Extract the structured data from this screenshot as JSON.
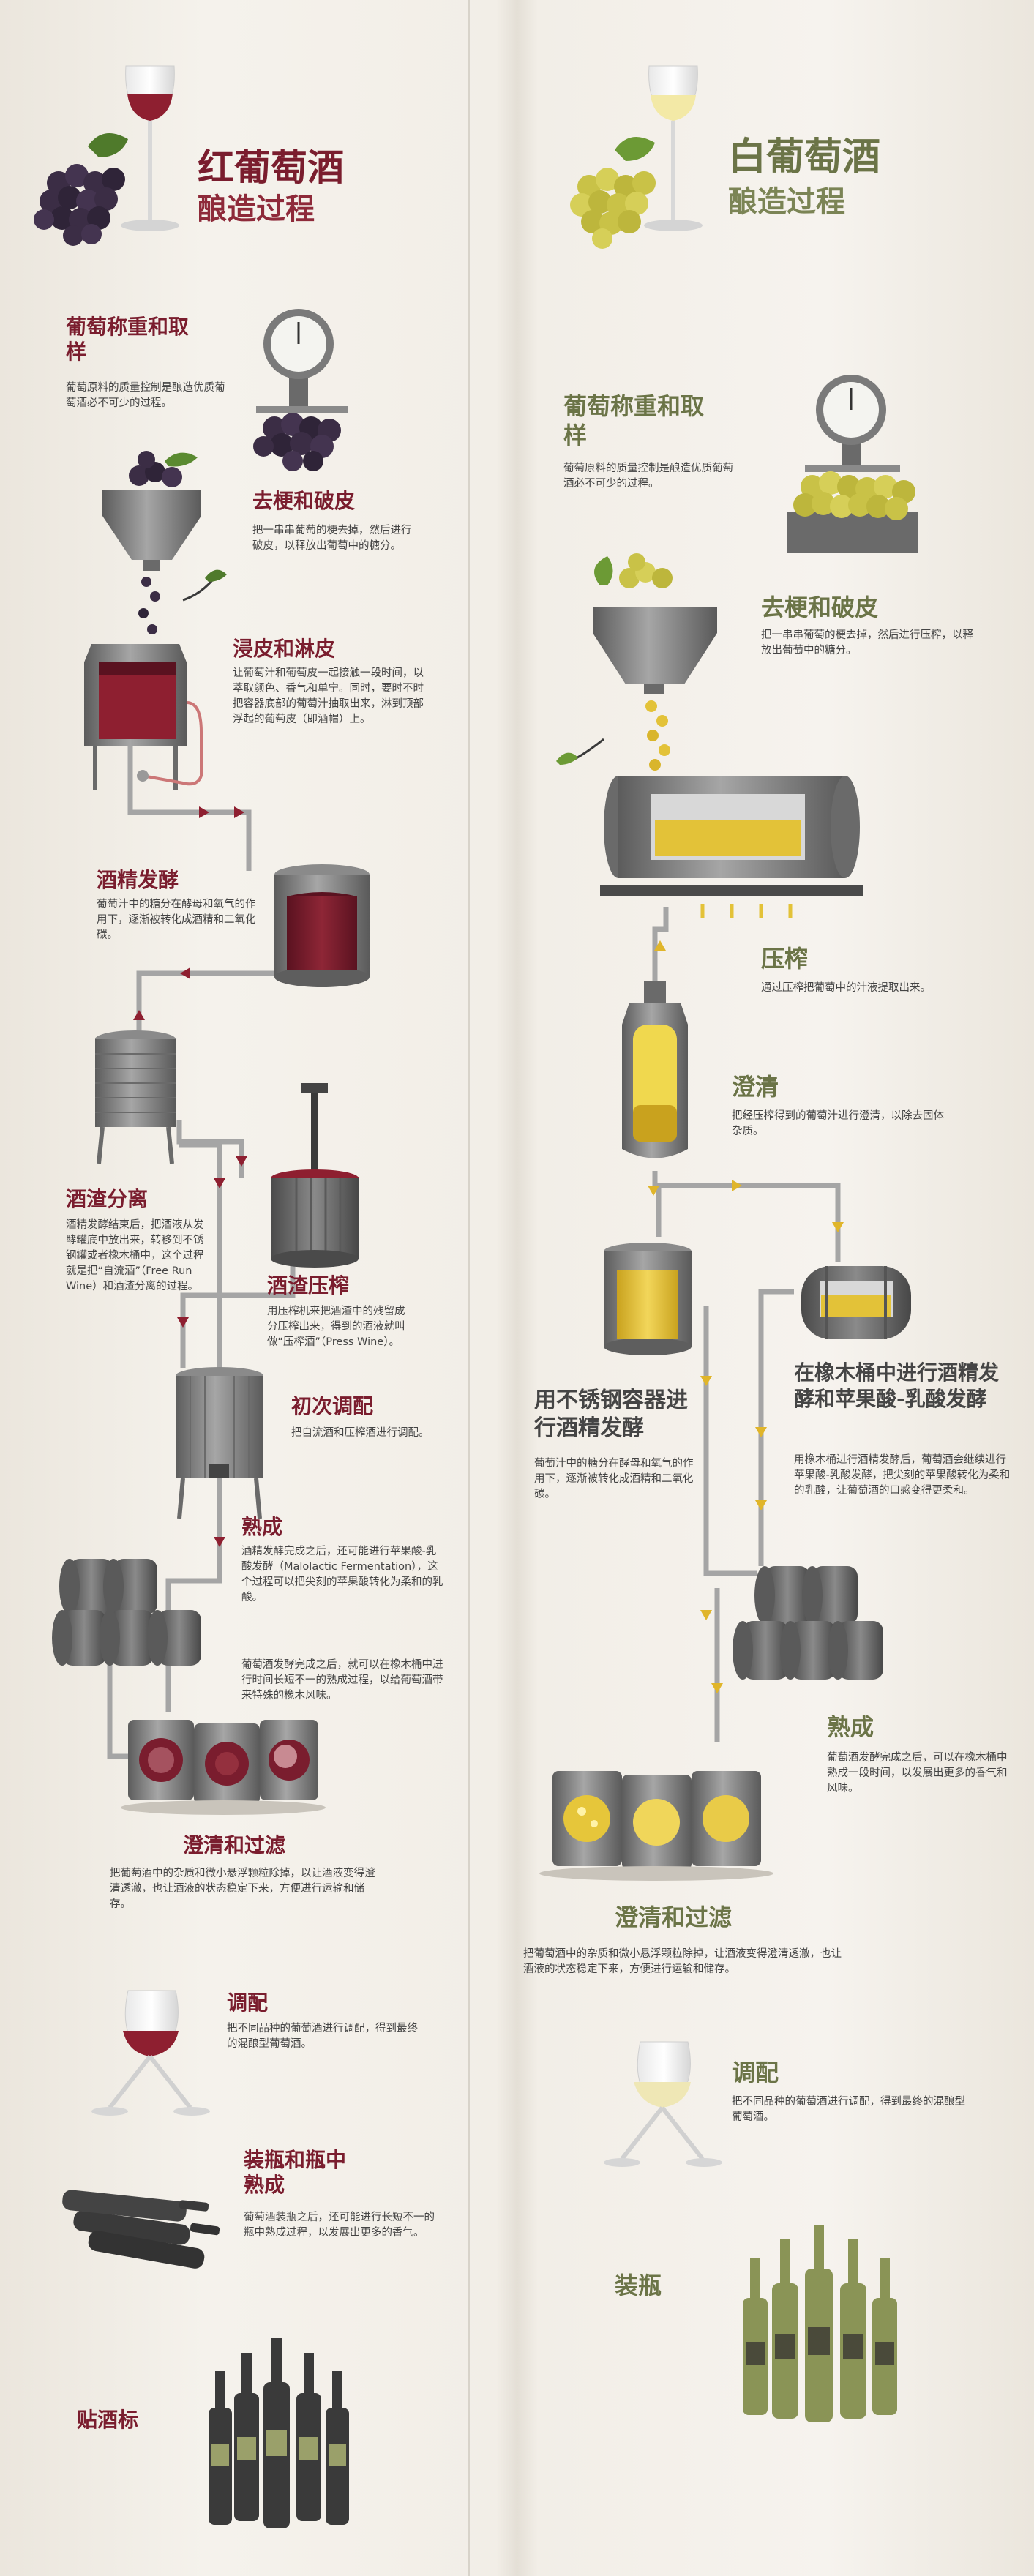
{
  "red": {
    "title": "红葡萄酒",
    "subtitle": "酿造过程",
    "steps": [
      {
        "title": "葡萄称重和取样",
        "desc": "葡萄原料的质量控制是酿造优质葡萄酒必不可少的过程。"
      },
      {
        "title": "去梗和破皮",
        "desc": "把一串串葡萄的梗去掉，然后进行破皮，以释放出葡萄中的糖分。"
      },
      {
        "title": "浸皮和淋皮",
        "desc": "让葡萄汁和葡萄皮一起接触一段时间，以萃取颜色、香气和单宁。同时，要时不时把容器底部的葡萄汁抽取出来，淋到顶部浮起的葡萄皮（即酒帽）上。"
      },
      {
        "title": "酒精发酵",
        "desc": "葡萄汁中的糖分在酵母和氧气的作用下，逐渐被转化成酒精和二氧化碳。"
      },
      {
        "title": "酒渣分离",
        "desc": "酒精发酵结束后，把酒液从发酵罐底中放出来，转移到不锈钢罐或者橡木桶中，这个过程就是把“自流酒”（Free Run Wine）和酒渣分离的过程。"
      },
      {
        "title": "酒渣压榨",
        "desc": "用压榨机来把酒渣中的残留成分压榨出来，得到的酒液就叫做“压榨酒”（Press Wine）。"
      },
      {
        "title": "初次调配",
        "desc": "把自流酒和压榨酒进行调配。"
      },
      {
        "title": "熟成",
        "desc": "酒精发酵完成之后，还可能进行苹果酸-乳酸发酵（Malolactic Fermentation），这个过程可以把尖刻的苹果酸转化为柔和的乳酸。",
        "desc2": "葡萄酒发酵完成之后，就可以在橡木桶中进行时间长短不一的熟成过程，以给葡萄酒带来特殊的橡木风味。"
      },
      {
        "title": "澄清和过滤",
        "desc": "把葡萄酒中的杂质和微小悬浮颗粒除掉，以让酒液变得澄清透澈，也让酒液的状态稳定下来，方便进行运输和储存。"
      },
      {
        "title": "调配",
        "desc": "把不同品种的葡萄酒进行调配，得到最终的混酿型葡萄酒。"
      },
      {
        "title": "装瓶和瓶中熟成",
        "desc": "葡萄酒装瓶之后，还可能进行长短不一的瓶中熟成过程，以发展出更多的香气。"
      },
      {
        "title": "贴酒标",
        "desc": ""
      }
    ]
  },
  "white": {
    "title": "白葡萄酒",
    "subtitle": "酿造过程",
    "steps": [
      {
        "title": "葡萄称重和取样",
        "desc": "葡萄原料的质量控制是酿造优质葡萄酒必不可少的过程。"
      },
      {
        "title": "去梗和破皮",
        "desc": "把一串串葡萄的梗去掉，然后进行压榨，以释放出葡萄中的糖分。"
      },
      {
        "title": "压榨",
        "desc": "通过压榨把葡萄中的汁液提取出来。"
      },
      {
        "title": "澄清",
        "desc": "把经压榨得到的葡萄汁进行澄清，以除去固体杂质。"
      },
      {
        "title": "用不锈钢容器进行酒精发酵",
        "desc": "葡萄汁中的糖分在酵母和氧气的作用下，逐渐被转化成酒精和二氧化碳。"
      },
      {
        "title": "在橡木桶中进行酒精发酵和苹果酸-乳酸发酵",
        "desc": "用橡木桶进行酒精发酵后，葡萄酒会继续进行苹果酸-乳酸发酵，把尖刻的苹果酸转化为柔和的乳酸，让葡萄酒的口感变得更柔和。"
      },
      {
        "title": "熟成",
        "desc": "葡萄酒发酵完成之后，可以在橡木桶中熟成一段时间，以发展出更多的香气和风味。"
      },
      {
        "title": "澄清和过滤",
        "desc": "把葡萄酒中的杂质和微小悬浮颗粒除掉，让酒液变得澄清透澈，也让酒液的状态稳定下来，方便进行运输和储存。"
      },
      {
        "title": "调配",
        "desc": "把不同品种的葡萄酒进行调配，得到最终的混酿型葡萄酒。"
      },
      {
        "title": "装瓶",
        "desc": ""
      }
    ]
  },
  "colors": {
    "red_wine": "#7a1d2e",
    "white_wine": "#e3c238",
    "pipe": "#9a9a9a",
    "metal": "#808080",
    "barrel": "#6e6e6e",
    "green_heading": "#6b7447",
    "red_grape": "#3b2d45",
    "white_grape": "#c9c247",
    "bottle_dark": "#3a3a3a",
    "bottle_green": "#8a9456"
  }
}
